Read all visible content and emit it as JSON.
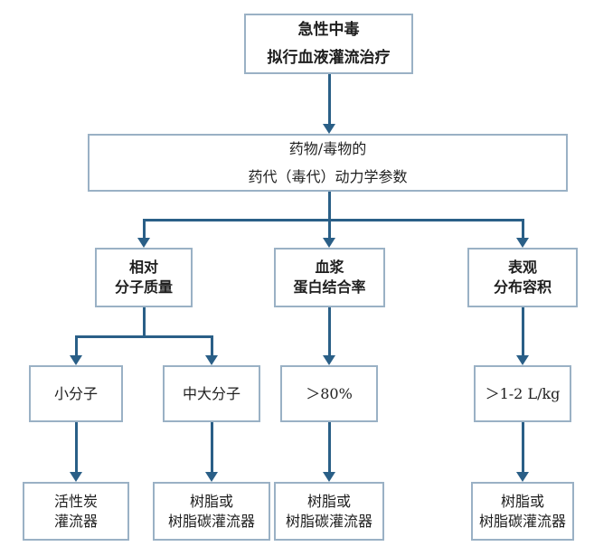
{
  "colors": {
    "connector": "#2a5f87",
    "box_border": "#9ab1c5",
    "text": "#1f1f1f"
  },
  "diagram": {
    "nodes": {
      "root": {
        "line1": "急性中毒",
        "line2": "拟行血液灌流治疗"
      },
      "params": {
        "line1": "药物/毒物的",
        "line2": "药代（毒代）动力学参数"
      },
      "mol_mass": {
        "line1": "相对",
        "line2": "分子质量"
      },
      "protein_binding": {
        "line1": "血浆",
        "line2": "蛋白结合率"
      },
      "distribution_volume": {
        "line1": "表观",
        "line2": "分布容积"
      },
      "small_molecule": {
        "line1": "小分子"
      },
      "mid_large_molecule": {
        "line1": "中大分子"
      },
      "binding_gt_80": {
        "line1": "＞80%"
      },
      "volume_gt_1_2": {
        "line1": "＞1-2 L/kg"
      },
      "charcoal": {
        "line1": "活性炭",
        "line2": "灌流器"
      },
      "resin_mid_large": {
        "line1": "树脂或",
        "line2": "树脂碳灌流器"
      },
      "resin_binding": {
        "line1": "树脂或",
        "line2": "树脂碳灌流器"
      },
      "resin_volume": {
        "line1": "树脂或",
        "line2": "树脂碳灌流器"
      }
    }
  }
}
